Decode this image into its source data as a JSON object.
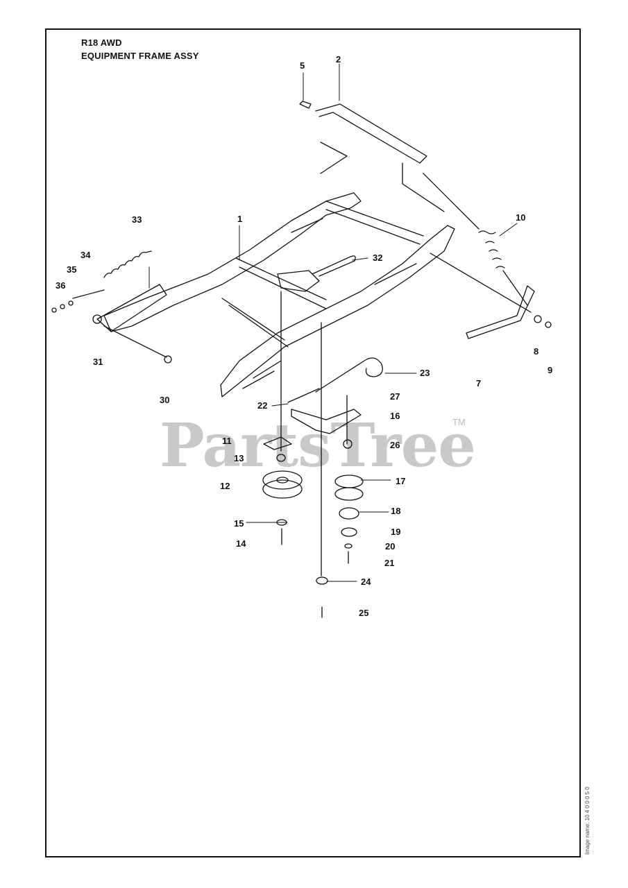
{
  "header": {
    "model": "R18 AWD",
    "assembly": "EQUIPMENT FRAME ASSY"
  },
  "watermark": {
    "text": "PartsTree",
    "trademark": "TM"
  },
  "side_text": "Image name: 10 4 0 0 0 5 0",
  "callouts": [
    "1",
    "2",
    "5",
    "7",
    "8",
    "9",
    "10",
    "11",
    "12",
    "13",
    "14",
    "15",
    "16",
    "17",
    "18",
    "19",
    "20",
    "21",
    "22",
    "23",
    "24",
    "25",
    "26",
    "27",
    "30",
    "31",
    "32",
    "33",
    "34",
    "35",
    "36"
  ],
  "colors": {
    "line": "#111111",
    "watermark": "#c9c9c9",
    "background": "#ffffff"
  }
}
